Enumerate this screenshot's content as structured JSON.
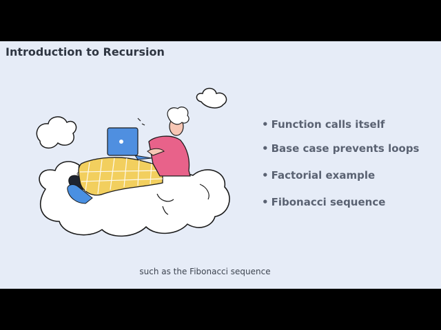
{
  "slide": {
    "title": "Introduction to Recursion",
    "bullets": [
      "Function calls itself",
      "Base case prevents loops",
      "Factorial example",
      "Fibonacci sequence"
    ],
    "caption": "such as the Fibonacci sequence"
  },
  "colors": {
    "letterbox": "#000000",
    "slide_background": "#e6ecf7",
    "title_text": "#2f3642",
    "bullet_text": "#5a6272",
    "laptop": "#4f8fe0",
    "shirt": "#e8628a",
    "pants": "#f2cf5e"
  },
  "icons": [
    "cloud-icon",
    "person-laptop-illustration"
  ]
}
